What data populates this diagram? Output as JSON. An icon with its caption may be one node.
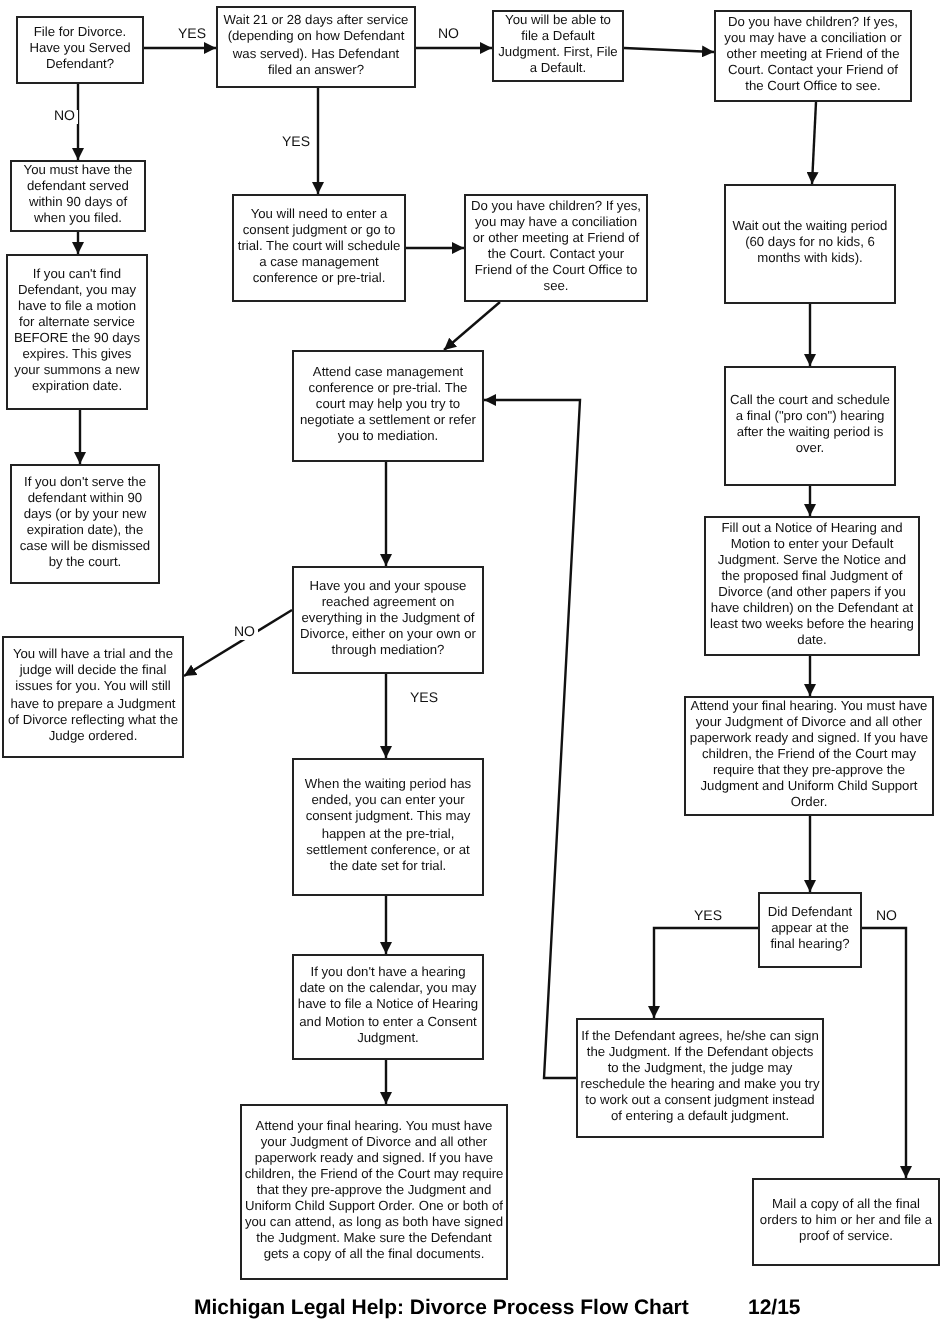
{
  "diagram": {
    "title": "Michigan Legal Help: Divorce Process Flow Chart",
    "nodes": [
      {
        "text": [
          "File for Divorce. Have you Served Defendant?"
        ]
      },
      {
        "text": [
          "Wait 21 or 28 days after service (depending on how Defendant was served). Has Defendant filed an answer?"
        ]
      },
      {
        "text": [
          "You will be able to file a Default Judgment. First, File a Default."
        ]
      },
      {
        "text": [
          "Do you have children? If yes, you may have a conciliation or other meeting at Friend of the Court. Contact your Friend of the Court Office to see."
        ]
      },
      {
        "text": [
          "You must have the defendant served within 90 days of when you filed."
        ]
      },
      {
        "text": [
          "If you can't find Defendant, you may have to file a motion for alternate service BEFORE the 90 days expires. This gives your summons a new expiration date."
        ]
      },
      {
        "text": [
          "You will need to enter a consent judgment or go to trial. The court will schedule a case management conference or pre-trial."
        ]
      },
      {
        "text": [
          "Do you have children? If yes, you may have a conciliation or other meeting at Friend of the Court. Contact your Friend of the Court Office to see."
        ]
      },
      {
        "text": [
          "Wait out the waiting period (60 days for no kids, 6 months with kids)."
        ]
      },
      {
        "text": [
          "Attend case management conference or pre-trial. The court may help you try to negotiate a settlement or refer you to mediation."
        ]
      },
      {
        "text": [
          "Call the court and schedule a final (\"pro con\") hearing after the waiting period is over."
        ]
      },
      {
        "text": [
          "If you don't serve the defendant within 90 days (or by your new expiration date), the case will be dismissed by the court."
        ]
      },
      {
        "text": [
          "Have you and your spouse reached agreement on everything in the Judgment of Divorce, either on your own or through mediation?"
        ]
      },
      {
        "text": [
          "You will have a trial and the judge will decide the final issues for you. You will still have to prepare a Judgment of Divorce reflecting what the Judge ordered."
        ]
      },
      {
        "text": [
          "Fill out a Notice of Hearing and Motion to enter your Default Judgment. Serve the Notice and the proposed final Judgment of Divorce (and other papers if you have children) on the Defendant at least two weeks before the hearing date."
        ]
      },
      {
        "text": [
          "When the waiting period has ended, you can enter your consent judgment. This may happen at the pre-trial, settlement conference, or at the date set for trial."
        ]
      },
      {
        "text": [
          "Attend your final hearing. You must have your Judgment of Divorce and all other paperwork ready and signed. If you have children, the Friend of the Court may require that they pre-approve the Judgment and Uniform Child Support Order."
        ]
      },
      {
        "text": [
          "Did Defendant appear at the final hearing?"
        ]
      },
      {
        "text": [
          "If you don't have a hearing date on the calendar, you may have to file a Notice of Hearing and Motion to enter a Consent Judgment."
        ]
      },
      {
        "text": [
          "If the Defendant agrees, he/she can sign the Judgment. If the Defendant objects to the Judgment, the judge may reschedule the hearing and make you try to work out a consent judgment instead of entering a default judgment."
        ]
      },
      {
        "text": [
          "Attend your final hearing. You must have your Judgment of Divorce and all other paperwork ready and signed. If you have children, the Friend of the Court may require that they pre-approve the Judgment and Uniform Child Support Order. One or both of you can attend, as long as both have signed the Judgment. Make sure the Defendant gets a copy of all the final documents."
        ]
      },
      {
        "text": [
          "Mail a copy of all the final orders to him or her and file a proof of service."
        ]
      }
    ],
    "edges": [
      {
        "from": 0,
        "to": 1,
        "arrow": "to",
        "label": "YES"
      },
      {
        "from": 1,
        "to": 2,
        "arrow": "to",
        "label": "NO"
      },
      {
        "from": 2,
        "to": 3,
        "arrow": "to"
      },
      {
        "from": 0,
        "to": 4,
        "arrow": "to",
        "label": "NO"
      },
      {
        "from": 4,
        "to": 5,
        "arrow": "to"
      },
      {
        "from": 5,
        "to": 11,
        "arrow": "to"
      },
      {
        "from": 1,
        "to": 6,
        "arrow": "to",
        "label": "YES"
      },
      {
        "from": 6,
        "to": 7,
        "arrow": "to"
      },
      {
        "from": 7,
        "to": 9,
        "arrow": "to"
      },
      {
        "from": 3,
        "to": 8,
        "arrow": "to"
      },
      {
        "from": 8,
        "to": 10,
        "arrow": "to"
      },
      {
        "from": 9,
        "to": 12,
        "arrow": "to"
      },
      {
        "from": 10,
        "to": 14,
        "arrow": "to"
      },
      {
        "from": 12,
        "to": 13,
        "arrow": "to",
        "label": "NO"
      },
      {
        "from": 12,
        "to": 15,
        "arrow": "to",
        "label": "YES"
      },
      {
        "from": 14,
        "to": 16,
        "arrow": "to"
      },
      {
        "from": 16,
        "to": 17,
        "arrow": "to"
      },
      {
        "from": 15,
        "to": 18,
        "arrow": "to"
      },
      {
        "from": 18,
        "to": 20,
        "arrow": "to"
      },
      {
        "from": 17,
        "to": 19,
        "arrow": "to",
        "label": "YES"
      },
      {
        "from": 17,
        "to": 21,
        "arrow": "to",
        "label": "NO"
      },
      {
        "from": 19,
        "to": 9,
        "arrow": "to"
      }
    ],
    "labels": [
      "12/15"
    ]
  }
}
